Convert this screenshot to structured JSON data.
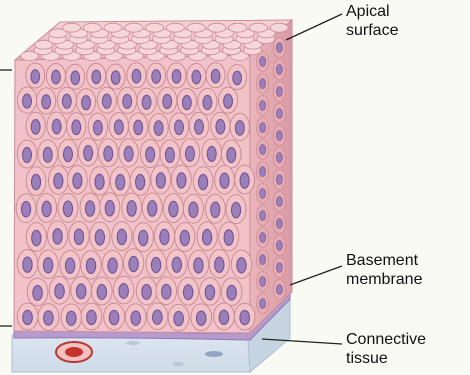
{
  "figure": {
    "labels": {
      "apical_line1": "Apical",
      "apical_line2": "surface",
      "basement_line1": "Basement",
      "basement_line2": "membrane",
      "connective_line1": "Connective",
      "connective_line2": "tissue"
    },
    "colors": {
      "cell_fill": "#f2c4c8",
      "cell_stroke": "#c98c99",
      "nucleus_fill": "#9b7fb8",
      "nucleus_stroke": "#6f4f93",
      "basement_membrane": "#b79bcf",
      "connective_tissue": "#dfe9f3",
      "blood_vessel": "#c6342f",
      "leader_line": "#222222"
    }
  }
}
